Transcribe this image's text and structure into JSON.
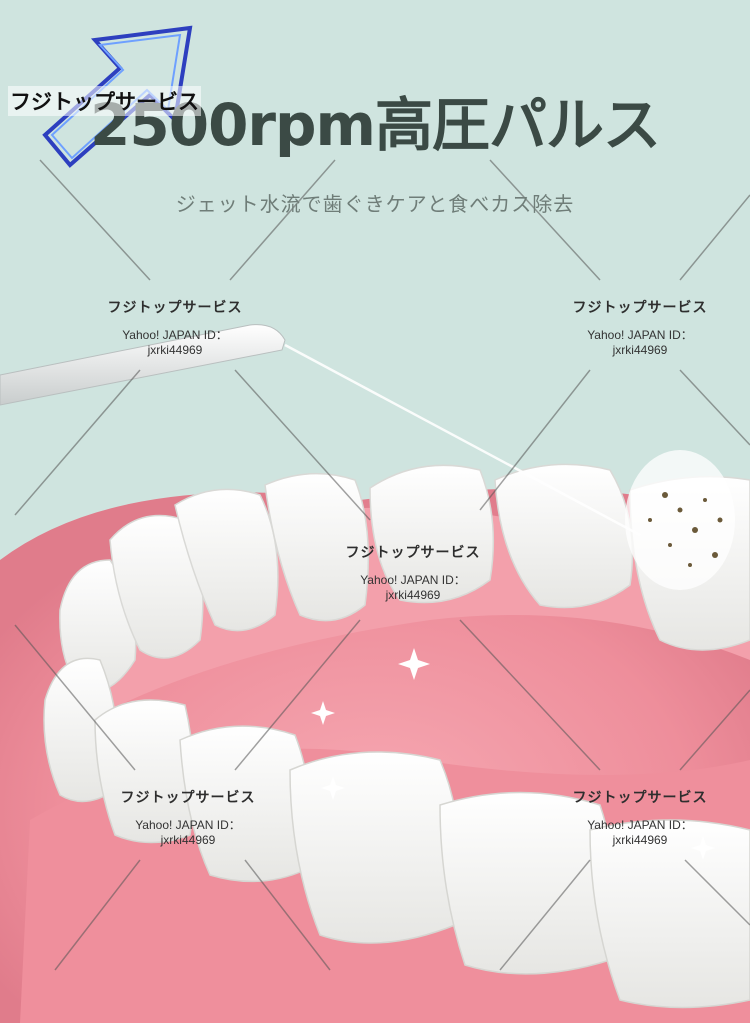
{
  "header": {
    "title": "2500rpm高圧パルス",
    "subtitle": "ジェット水流で歯ぐきケアと食べカス除去"
  },
  "logo": {
    "text": "フジトップサービス"
  },
  "watermark": {
    "brand": "フジトップサービス",
    "id_label": "Yahoo! JAPAN ID：",
    "id_value": "jxrki44969"
  },
  "colors": {
    "background": "#cfe4df",
    "gum": "#f39aa6",
    "tooth": "#f7f7f5",
    "accent_blue": "#2d3fbf"
  }
}
